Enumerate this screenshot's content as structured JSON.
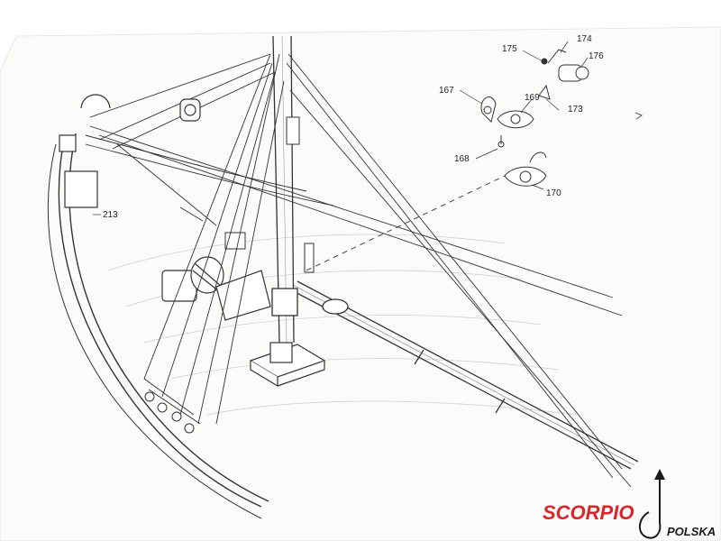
{
  "diagram": {
    "callouts": [
      {
        "id": "213",
        "text": "213"
      },
      {
        "id": "175",
        "text": "175"
      },
      {
        "id": "174",
        "text": "174"
      },
      {
        "id": "176",
        "text": "176"
      },
      {
        "id": "167",
        "text": "167"
      },
      {
        "id": "169",
        "text": "169"
      },
      {
        "id": "173",
        "text": "173"
      },
      {
        "id": "168",
        "text": "168"
      },
      {
        "id": "170",
        "text": "170"
      }
    ]
  },
  "logo": {
    "brand": "SCORPIO",
    "subtitle": "POLSKA",
    "colors": {
      "brand": "#d8262c",
      "subtitle": "#1a1a1a"
    }
  },
  "colors": {
    "paper": "#fdfdfc",
    "ink": "#333333",
    "background": "#ffffff"
  }
}
